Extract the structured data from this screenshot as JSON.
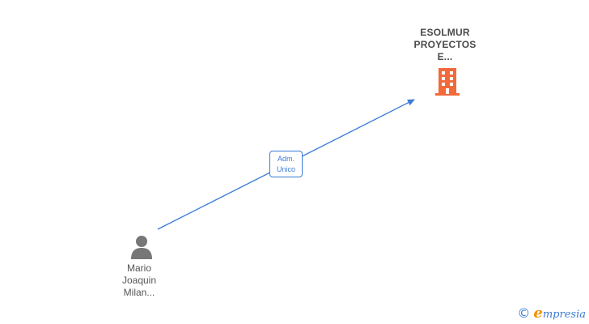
{
  "company": {
    "name_lines": [
      "ESOLMUR",
      "PROYECTOS",
      "E..."
    ],
    "icon": "building-icon",
    "icon_color": "#f26a3b"
  },
  "person": {
    "name_lines": [
      "Mario",
      "Joaquin",
      "Milan..."
    ],
    "icon": "person-icon",
    "icon_color": "#777777"
  },
  "relation": {
    "label_lines": [
      "Adm.",
      "Unico"
    ],
    "color": "#3a7bd5"
  },
  "watermark": {
    "copyright_symbol": "©",
    "brand_initial": "e",
    "brand_rest": "mpresia"
  }
}
